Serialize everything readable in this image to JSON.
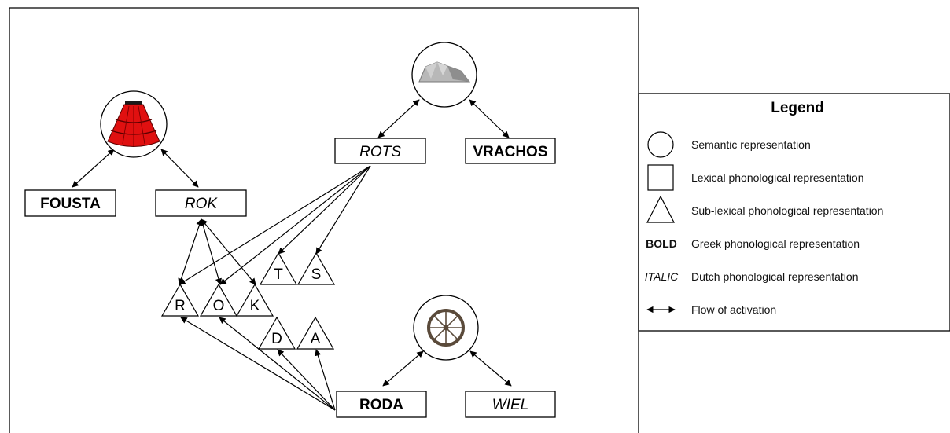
{
  "semantic_icons": {
    "skirt": "red-skirt-icon",
    "rock": "rock-icon",
    "wheel": "wheel-icon"
  },
  "lexical": {
    "fousta": "FOUSTA",
    "rok": "ROK",
    "rots": "ROTS",
    "vrachos": "VRACHOS",
    "roda": "RODA",
    "wiel": "WIEL"
  },
  "sublexical": {
    "t": "T",
    "s": "S",
    "r": "R",
    "o": "O",
    "k": "K",
    "d": "D",
    "a": "A"
  },
  "legend": {
    "title": "Legend",
    "items": [
      {
        "symbol": "circle",
        "label": "Semantic representation"
      },
      {
        "symbol": "square",
        "label": "Lexical phonological representation"
      },
      {
        "symbol": "triangle",
        "label": "Sub-lexical phonological representation"
      },
      {
        "symbol": "bold-text",
        "symbol_text": "BOLD",
        "label": "Greek phonological representation"
      },
      {
        "symbol": "italic-text",
        "symbol_text": "ITALIC",
        "label": "Dutch phonological representation"
      },
      {
        "symbol": "double-arrow",
        "label": "Flow of activation"
      }
    ]
  },
  "colors": {
    "skirt_red": "#e01010",
    "rock_gray": "#b8b8b8",
    "wheel_brown": "#5a4a3a",
    "line": "#000000"
  }
}
